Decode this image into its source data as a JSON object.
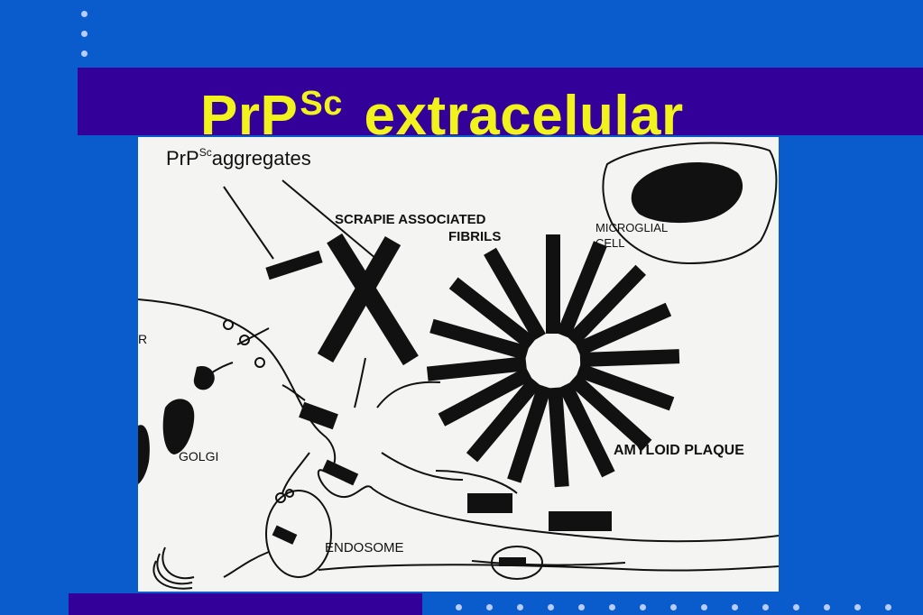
{
  "slide": {
    "title_main": "PrP",
    "title_sup": "Sc",
    "title_rest": " extracelular"
  },
  "figure": {
    "label_aggregates_pre": "PrP",
    "label_aggregates_sup": "Sc",
    "label_aggregates_post": "aggregates",
    "label_fibrils_line1": "SCRAPIE ASSOCIATED",
    "label_fibrils_line2": "FIBRILS",
    "label_microglial_line1": "MICROGLIAL",
    "label_microglial_line2": "CELL",
    "label_plaque": "AMYLOID PLAQUE",
    "label_golgi": "GOLGI",
    "label_endosome": "ENDOSOME",
    "label_edge_r": "R"
  },
  "colors": {
    "background": "#0a5ccc",
    "title_bar": "#330099",
    "title_text": "#f2f21c",
    "figure_bg": "#f4f4f2",
    "ink": "#111111"
  }
}
